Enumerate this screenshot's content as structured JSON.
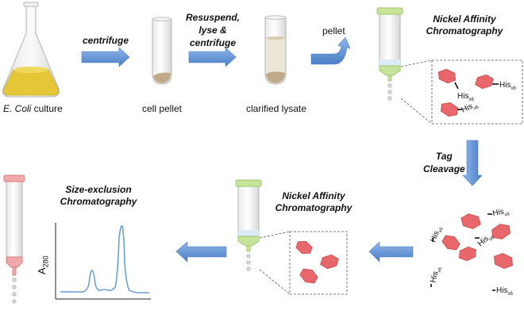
{
  "steps": {
    "culture": {
      "label_italic": "E. Coli",
      "label_rest": " culture"
    },
    "centrifuge": "centrifuge",
    "cell_pellet": "cell pellet",
    "resuspend": [
      "Resuspend,",
      "lyse &",
      "centrifuge"
    ],
    "clarified_lysate": "clarified lysate",
    "pellet": "pellet",
    "nickel_affinity_1": [
      "Nickel Affinity",
      "Chromatography"
    ],
    "tag_cleavage": [
      "Tag",
      "Cleavage"
    ],
    "nickel_affinity_2": [
      "Nickel Affinity",
      "Chromatography"
    ],
    "size_exclusion": [
      "Size-exclusion",
      "Chromatography"
    ]
  },
  "tags": {
    "his": "His",
    "sub": "x6"
  },
  "chromatogram": {
    "ylabel": "A",
    "ylabel_sub": "280"
  },
  "colors": {
    "arrow": "#5b8fd2",
    "protein": "#e8676a",
    "protein_edge": "#c94a4e",
    "culture": "#e4c636",
    "column_cap_green": "#c7e59a",
    "column_cap_pink": "#f0a9a8",
    "trace": "#6a9fd4"
  }
}
